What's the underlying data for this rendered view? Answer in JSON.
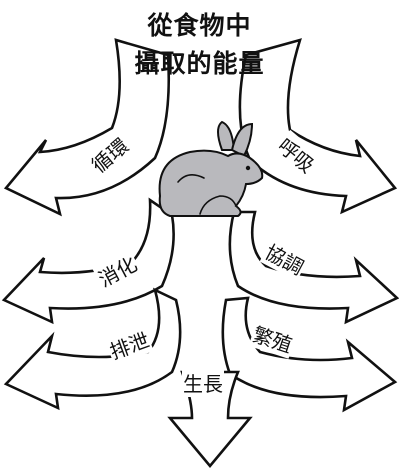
{
  "title": {
    "line1": "從食物中",
    "line2": "攝取的能量"
  },
  "labels": {
    "circulation": "循環",
    "digestion": "消化",
    "excretion": "排泄",
    "respiration": "呼吸",
    "coordination": "協調",
    "reproduction": "繁殖",
    "growth": "生長"
  },
  "image": "rabbit-illustration",
  "colors": {
    "rabbit": "#b9b9bd",
    "outline": "#111111",
    "arrow_fill": "#ffffff"
  }
}
